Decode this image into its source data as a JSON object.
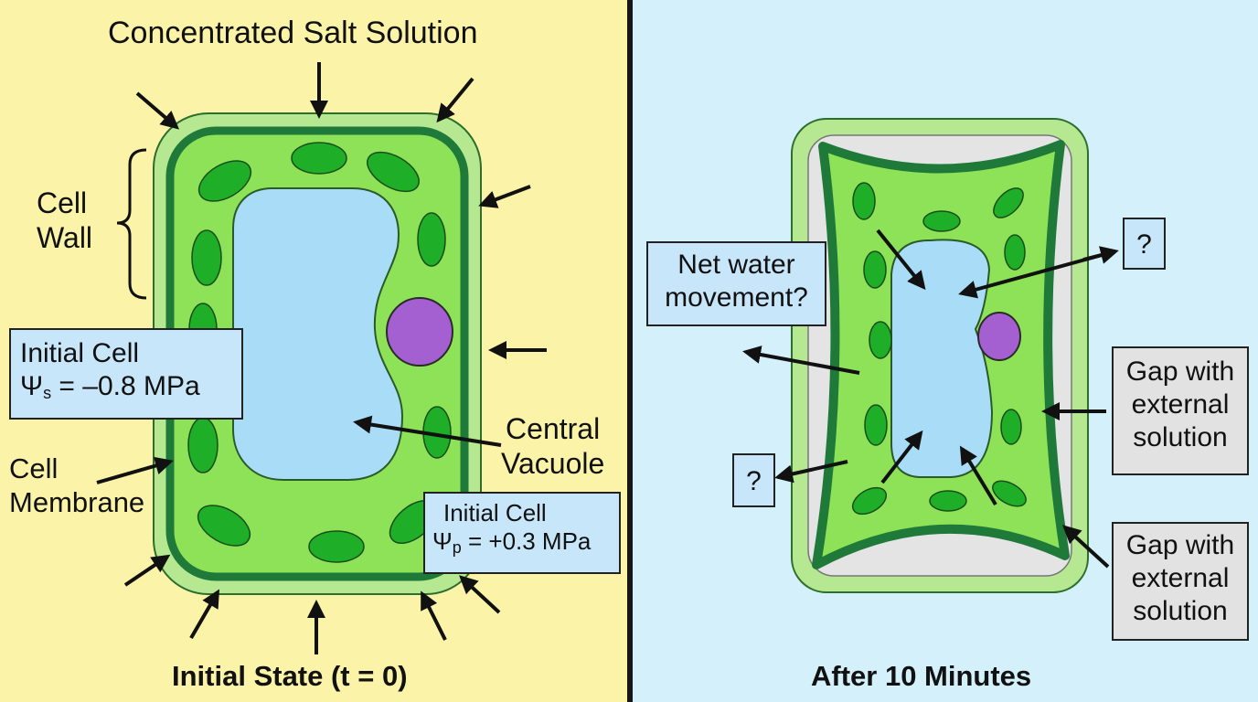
{
  "left": {
    "heading": "Concentrated Salt Solution",
    "wall_label": "Cell\nWall",
    "membrane_label": "Cell\nMembrane",
    "vacuole_label": "Central\nVacuole",
    "solute_box": {
      "line1": "Initial Cell",
      "symbol": "Ψ",
      "sub": "s",
      "value": " = –0.8 MPa"
    },
    "pressure_box": {
      "line1": "Initial Cell",
      "symbol": "Ψ",
      "sub": "p",
      "value": " = +0.3 MPa"
    },
    "caption": "Initial State (t = 0)"
  },
  "right": {
    "net_water_box": "Net water\nmovement?",
    "question_top": "?",
    "question_left": "?",
    "gap_box_1": "Gap with\nexternal\nsolution",
    "gap_box_2": "Gap with\nexternal\nsolution",
    "caption": "After 10 Minutes"
  },
  "colors": {
    "left_background": "#fbf3a8",
    "right_background": "#d3f0fb",
    "cell_wall": "#b6e892",
    "membrane": "#1f7a3a",
    "cytoplasm": "#8ee257",
    "chloroplast": "#1fae28",
    "vacuole": "#a9dcf6",
    "nucleus": "#a45fd0",
    "gap": "#e4e4e4"
  }
}
